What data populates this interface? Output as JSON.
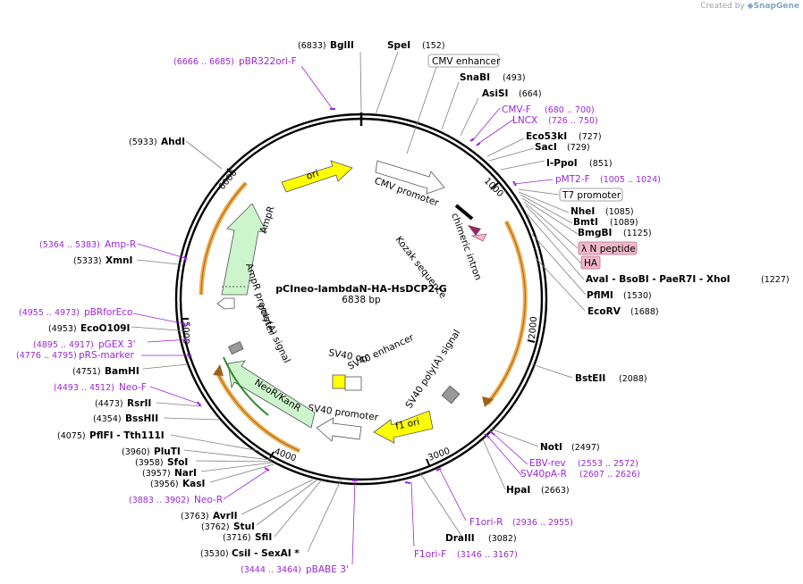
{
  "app": {
    "credit_prefix": "Created by",
    "credit_brand": "SnapGene"
  },
  "plasmid": {
    "name": "pCIneo-lambdaN-HA-HsDCP2-G",
    "length_label": "6838 bp"
  },
  "ticks": [
    "1000",
    "2000",
    "3000",
    "4000",
    "5000",
    "6000"
  ],
  "features": {
    "ori": "ori",
    "cmv_promoter": "CMV promoter",
    "chimeric_intron": "chimeric intron",
    "kozak": "Kozak sequence",
    "ampr": "AmpR",
    "ampr_promoter": "AmpR promoter",
    "polya_left": "poly(A) signal",
    "neo": "NeoR/KanR",
    "sv40_promoter": "SV40 promoter",
    "sv40_ori": "SV40 ori",
    "sv40_enhancer": "SV40 enhancer",
    "sv40_polya": "SV40 poly(A) signal",
    "f1_ori": "f1 ori"
  },
  "boxed_labels": {
    "cmv_enhancer": "CMV enhancer",
    "t7_promoter": "T7 promoter",
    "lambda_n": "λ N peptide",
    "ha": "HA"
  },
  "sites": [
    {
      "name": "BglII",
      "pos": "(6833)"
    },
    {
      "name": "SpeI",
      "pos": "(152)"
    },
    {
      "name": "SnaBI",
      "pos": "(493)"
    },
    {
      "name": "AsiSI",
      "pos": "(664)"
    },
    {
      "name": "Eco53kI",
      "pos": "(727)"
    },
    {
      "name": "SacI",
      "pos": "(729)"
    },
    {
      "name": "I-PpoI",
      "pos": "(851)"
    },
    {
      "name": "NheI",
      "pos": "(1085)"
    },
    {
      "name": "BmtI",
      "pos": "(1089)"
    },
    {
      "name": "BmgBI",
      "pos": "(1125)"
    },
    {
      "name": "AvaI - BsoBI - PaeR7I - XhoI",
      "pos": "(1227)"
    },
    {
      "name": "PflMI",
      "pos": "(1530)"
    },
    {
      "name": "EcoRV",
      "pos": "(1688)"
    },
    {
      "name": "BstEII",
      "pos": "(2088)"
    },
    {
      "name": "NotI",
      "pos": "(2497)"
    },
    {
      "name": "HpaI",
      "pos": "(2663)"
    },
    {
      "name": "DraIII",
      "pos": "(3082)"
    },
    {
      "name": "CsiI - SexAI *",
      "pos": "(3530)"
    },
    {
      "name": "SfiI",
      "pos": "(3716)"
    },
    {
      "name": "StuI",
      "pos": "(3762)"
    },
    {
      "name": "AvrII",
      "pos": "(3763)"
    },
    {
      "name": "KasI",
      "pos": "(3956)"
    },
    {
      "name": "NarI",
      "pos": "(3957)"
    },
    {
      "name": "SfoI",
      "pos": "(3958)"
    },
    {
      "name": "PluTI",
      "pos": "(3960)"
    },
    {
      "name": "PflFI - Tth111I",
      "pos": "(4075)"
    },
    {
      "name": "BssHII",
      "pos": "(4354)"
    },
    {
      "name": "RsrII",
      "pos": "(4473)"
    },
    {
      "name": "BamHI",
      "pos": "(4751)"
    },
    {
      "name": "EcoO109I",
      "pos": "(4953)"
    },
    {
      "name": "XmnI",
      "pos": "(5333)"
    },
    {
      "name": "AhdI",
      "pos": "(5933)"
    }
  ],
  "primers": [
    {
      "name": "pBR322ori-F",
      "pos": "(6666 .. 6685)"
    },
    {
      "name": "CMV-F",
      "pos": "(680 .. 700)"
    },
    {
      "name": "LNCX",
      "pos": "(726 .. 750)"
    },
    {
      "name": "pMT2-F",
      "pos": "(1005 .. 1024)"
    },
    {
      "name": "EBV-rev",
      "pos": "(2553 .. 2572)"
    },
    {
      "name": "SV40pA-R",
      "pos": "(2607 .. 2626)"
    },
    {
      "name": "F1ori-R",
      "pos": "(2936 .. 2955)"
    },
    {
      "name": "F1ori-F",
      "pos": "(3146 .. 3167)"
    },
    {
      "name": "pBABE 3'",
      "pos": "(3444 .. 3464)"
    },
    {
      "name": "Neo-R",
      "pos": "(3883 .. 3902)"
    },
    {
      "name": "Neo-F",
      "pos": "(4493 .. 4512)"
    },
    {
      "name": "pRS-marker",
      "pos": "(4776 .. 4795)"
    },
    {
      "name": "pGEX 3'",
      "pos": "(4895 .. 4917)"
    },
    {
      "name": "pBRforEco",
      "pos": "(4955 .. 4973)"
    },
    {
      "name": "Amp-R",
      "pos": "(5364 .. 5383)"
    }
  ],
  "colors": {
    "primer": "#9b27d6",
    "ori": "#ffff00",
    "ampr": "#ccf5cc",
    "orf_arc": "#f0b050",
    "neo_arrow": "#2e8b2e",
    "intron": "#8b2e5a",
    "lambda_box": "#f0b8c8",
    "polya": "#999999"
  }
}
